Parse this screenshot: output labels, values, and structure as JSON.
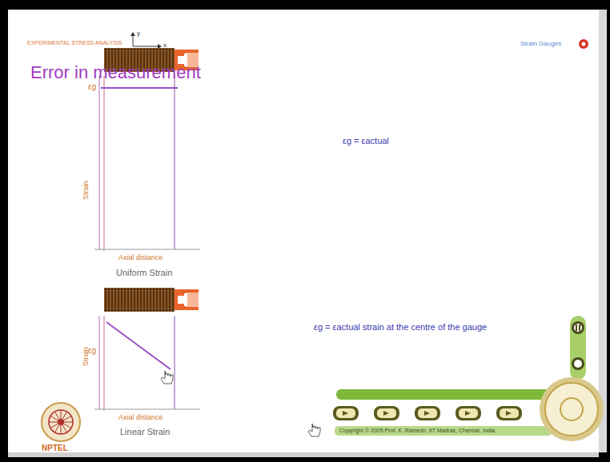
{
  "diagram": {
    "title": "Error in measurement",
    "labels": [
      "EXPERIMENTAL STRESS ANALYSIS",
      "Strain Gauges",
      "y",
      "x",
      "εg",
      "Strain",
      "Axial distance",
      "Uniform Strain",
      "εg",
      "Strain",
      "Axial distance",
      "Linear Strain",
      "εg = εactual",
      "εg = εactual strain at the centre of the gauge",
      "NPTEL",
      "Copyright © 2005 Prof. K. Ramesh, IIT Madras, Chennai, India"
    ]
  }
}
